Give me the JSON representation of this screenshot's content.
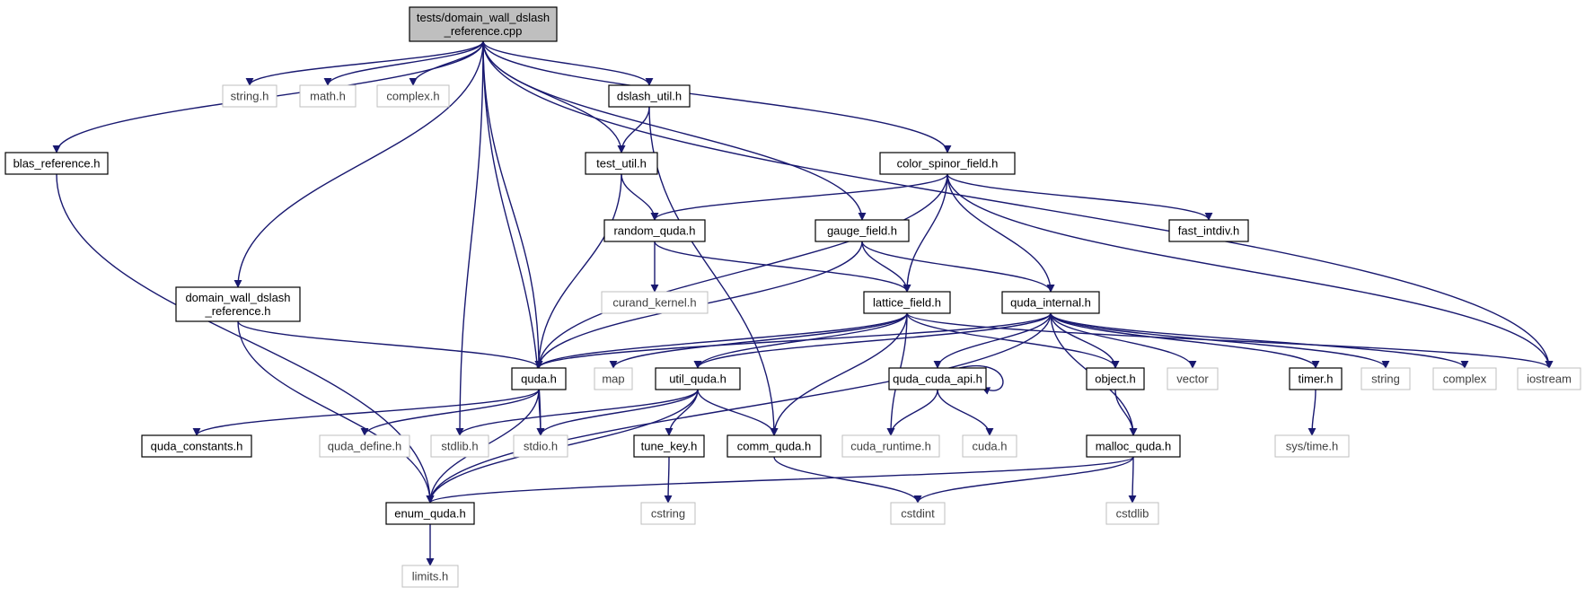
{
  "colors": {
    "edge": "#191970",
    "local_border": "#000000",
    "system_border": "#bfbfbf",
    "root_fill": "#bfbfbf"
  },
  "nodes": [
    {
      "id": "root",
      "lines": [
        "tests/domain_wall_dslash",
        "_reference.cpp"
      ],
      "kind": "root"
    },
    {
      "id": "string_h",
      "lines": [
        "string.h"
      ],
      "kind": "system"
    },
    {
      "id": "math_h",
      "lines": [
        "math.h"
      ],
      "kind": "system"
    },
    {
      "id": "complex_h",
      "lines": [
        "complex.h"
      ],
      "kind": "system"
    },
    {
      "id": "dslash_util_h",
      "lines": [
        "dslash_util.h"
      ],
      "kind": "local"
    },
    {
      "id": "blas_reference_h",
      "lines": [
        "blas_reference.h"
      ],
      "kind": "local"
    },
    {
      "id": "test_util_h",
      "lines": [
        "test_util.h"
      ],
      "kind": "local"
    },
    {
      "id": "color_spinor_field_h",
      "lines": [
        "color_spinor_field.h"
      ],
      "kind": "local"
    },
    {
      "id": "random_quda_h",
      "lines": [
        "random_quda.h"
      ],
      "kind": "local"
    },
    {
      "id": "gauge_field_h",
      "lines": [
        "gauge_field.h"
      ],
      "kind": "local"
    },
    {
      "id": "fast_intdiv_h",
      "lines": [
        "fast_intdiv.h"
      ],
      "kind": "local"
    },
    {
      "id": "domain_wall_dslash_reference_h",
      "lines": [
        "domain_wall_dslash",
        "_reference.h"
      ],
      "kind": "local"
    },
    {
      "id": "curand_kernel_h",
      "lines": [
        "curand_kernel.h"
      ],
      "kind": "system"
    },
    {
      "id": "lattice_field_h",
      "lines": [
        "lattice_field.h"
      ],
      "kind": "local"
    },
    {
      "id": "quda_internal_h",
      "lines": [
        "quda_internal.h"
      ],
      "kind": "local"
    },
    {
      "id": "quda_h",
      "lines": [
        "quda.h"
      ],
      "kind": "local"
    },
    {
      "id": "map",
      "lines": [
        "map"
      ],
      "kind": "system"
    },
    {
      "id": "util_quda_h",
      "lines": [
        "util_quda.h"
      ],
      "kind": "local"
    },
    {
      "id": "quda_cuda_api_h",
      "lines": [
        "quda_cuda_api.h"
      ],
      "kind": "local"
    },
    {
      "id": "object_h",
      "lines": [
        "object.h"
      ],
      "kind": "local"
    },
    {
      "id": "vector",
      "lines": [
        "vector"
      ],
      "kind": "system"
    },
    {
      "id": "timer_h",
      "lines": [
        "timer.h"
      ],
      "kind": "local"
    },
    {
      "id": "string",
      "lines": [
        "string"
      ],
      "kind": "system"
    },
    {
      "id": "complex",
      "lines": [
        "complex"
      ],
      "kind": "system"
    },
    {
      "id": "iostream",
      "lines": [
        "iostream"
      ],
      "kind": "system"
    },
    {
      "id": "quda_constants_h",
      "lines": [
        "quda_constants.h"
      ],
      "kind": "local"
    },
    {
      "id": "quda_define_h",
      "lines": [
        "quda_define.h"
      ],
      "kind": "system"
    },
    {
      "id": "stdlib_h",
      "lines": [
        "stdlib.h"
      ],
      "kind": "system"
    },
    {
      "id": "stdio_h",
      "lines": [
        "stdio.h"
      ],
      "kind": "system"
    },
    {
      "id": "tune_key_h",
      "lines": [
        "tune_key.h"
      ],
      "kind": "local"
    },
    {
      "id": "comm_quda_h",
      "lines": [
        "comm_quda.h"
      ],
      "kind": "local"
    },
    {
      "id": "cuda_runtime_h",
      "lines": [
        "cuda_runtime.h"
      ],
      "kind": "system"
    },
    {
      "id": "cuda_h",
      "lines": [
        "cuda.h"
      ],
      "kind": "system"
    },
    {
      "id": "malloc_quda_h",
      "lines": [
        "malloc_quda.h"
      ],
      "kind": "local"
    },
    {
      "id": "sys_time_h",
      "lines": [
        "sys/time.h"
      ],
      "kind": "system"
    },
    {
      "id": "enum_quda_h",
      "lines": [
        "enum_quda.h"
      ],
      "kind": "local"
    },
    {
      "id": "cstring",
      "lines": [
        "cstring"
      ],
      "kind": "system"
    },
    {
      "id": "cstdint",
      "lines": [
        "cstdint"
      ],
      "kind": "system"
    },
    {
      "id": "cstdlib",
      "lines": [
        "cstdlib"
      ],
      "kind": "system"
    },
    {
      "id": "limits_h",
      "lines": [
        "limits.h"
      ],
      "kind": "system"
    }
  ],
  "edges": [
    [
      "root",
      "string_h"
    ],
    [
      "root",
      "math_h"
    ],
    [
      "root",
      "complex_h"
    ],
    [
      "root",
      "dslash_util_h"
    ],
    [
      "root",
      "blas_reference_h"
    ],
    [
      "root",
      "test_util_h"
    ],
    [
      "root",
      "color_spinor_field_h"
    ],
    [
      "root",
      "gauge_field_h"
    ],
    [
      "root",
      "domain_wall_dslash_reference_h"
    ],
    [
      "root",
      "quda_h"
    ],
    [
      "root",
      "stdlib_h"
    ],
    [
      "root",
      "stdio_h"
    ],
    [
      "root",
      "iostream"
    ],
    [
      "dslash_util_h",
      "test_util_h"
    ],
    [
      "dslash_util_h",
      "comm_quda_h"
    ],
    [
      "blas_reference_h",
      "enum_quda_h"
    ],
    [
      "test_util_h",
      "random_quda_h"
    ],
    [
      "test_util_h",
      "quda_h"
    ],
    [
      "color_spinor_field_h",
      "random_quda_h"
    ],
    [
      "color_spinor_field_h",
      "fast_intdiv_h"
    ],
    [
      "color_spinor_field_h",
      "lattice_field_h"
    ],
    [
      "color_spinor_field_h",
      "quda_internal_h"
    ],
    [
      "color_spinor_field_h",
      "quda_h"
    ],
    [
      "color_spinor_field_h",
      "iostream"
    ],
    [
      "random_quda_h",
      "curand_kernel_h"
    ],
    [
      "random_quda_h",
      "lattice_field_h"
    ],
    [
      "gauge_field_h",
      "lattice_field_h"
    ],
    [
      "gauge_field_h",
      "quda_internal_h"
    ],
    [
      "gauge_field_h",
      "quda_h"
    ],
    [
      "domain_wall_dslash_reference_h",
      "quda_h"
    ],
    [
      "domain_wall_dslash_reference_h",
      "enum_quda_h"
    ],
    [
      "lattice_field_h",
      "quda_h"
    ],
    [
      "lattice_field_h",
      "map"
    ],
    [
      "lattice_field_h",
      "util_quda_h"
    ],
    [
      "lattice_field_h",
      "comm_quda_h"
    ],
    [
      "lattice_field_h",
      "cuda_runtime_h"
    ],
    [
      "lattice_field_h",
      "object_h"
    ],
    [
      "lattice_field_h",
      "iostream"
    ],
    [
      "quda_internal_h",
      "quda_h"
    ],
    [
      "quda_internal_h",
      "util_quda_h"
    ],
    [
      "quda_internal_h",
      "quda_cuda_api_h"
    ],
    [
      "quda_internal_h",
      "object_h"
    ],
    [
      "quda_internal_h",
      "vector"
    ],
    [
      "quda_internal_h",
      "timer_h"
    ],
    [
      "quda_internal_h",
      "string"
    ],
    [
      "quda_internal_h",
      "complex"
    ],
    [
      "quda_internal_h",
      "malloc_quda_h"
    ],
    [
      "quda_internal_h",
      "enum_quda_h"
    ],
    [
      "quda_h",
      "quda_constants_h"
    ],
    [
      "quda_h",
      "quda_define_h"
    ],
    [
      "quda_h",
      "stdio_h"
    ],
    [
      "quda_h",
      "enum_quda_h"
    ],
    [
      "util_quda_h",
      "stdlib_h"
    ],
    [
      "util_quda_h",
      "stdio_h"
    ],
    [
      "util_quda_h",
      "tune_key_h"
    ],
    [
      "util_quda_h",
      "comm_quda_h"
    ],
    [
      "util_quda_h",
      "enum_quda_h"
    ],
    [
      "quda_cuda_api_h",
      "quda_cuda_api_h"
    ],
    [
      "quda_cuda_api_h",
      "cuda_runtime_h"
    ],
    [
      "quda_cuda_api_h",
      "cuda_h"
    ],
    [
      "object_h",
      "malloc_quda_h"
    ],
    [
      "timer_h",
      "sys_time_h"
    ],
    [
      "tune_key_h",
      "cstring"
    ],
    [
      "comm_quda_h",
      "cstdint"
    ],
    [
      "malloc_quda_h",
      "enum_quda_h"
    ],
    [
      "malloc_quda_h",
      "cstdint"
    ],
    [
      "malloc_quda_h",
      "cstdlib"
    ],
    [
      "enum_quda_h",
      "limits_h"
    ]
  ]
}
